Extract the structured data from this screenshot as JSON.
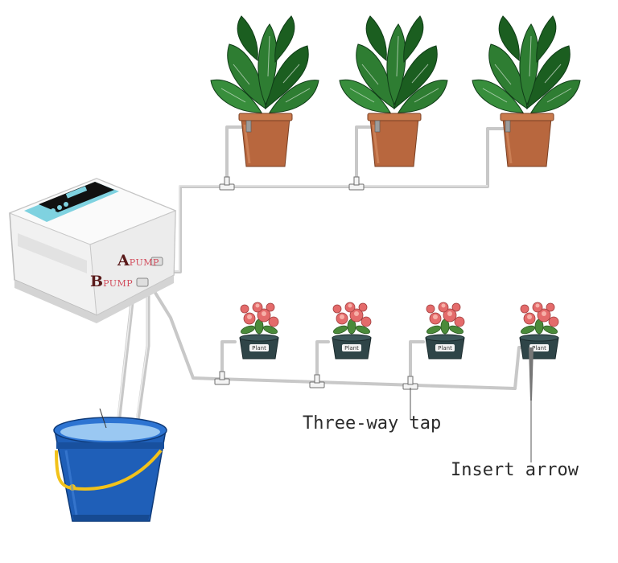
{
  "labels": {
    "port_a_letter": "A",
    "port_a_text": "PUMP",
    "port_b_letter": "B",
    "port_b_text": "PUMP",
    "three_way_tap": "Three-way tap",
    "insert_arrow": "Insert arrow"
  },
  "pot_tag": "Plant",
  "icons": {
    "controller": "irrigation-controller-icon",
    "bucket": "water-bucket-icon",
    "large_plant": "monstera-plant-icon",
    "small_plant": "succulent-plant-icon"
  },
  "colors": {
    "tube": "#c8c8c8",
    "bucket_blue": "#1f5fb8",
    "handle_yellow": "#f2c21a",
    "pot_terracotta": "#b8673e",
    "succulent_pot": "#2f4548",
    "leaf_green": "#1f6b2a",
    "blossom_pink": "#e46b6b"
  }
}
